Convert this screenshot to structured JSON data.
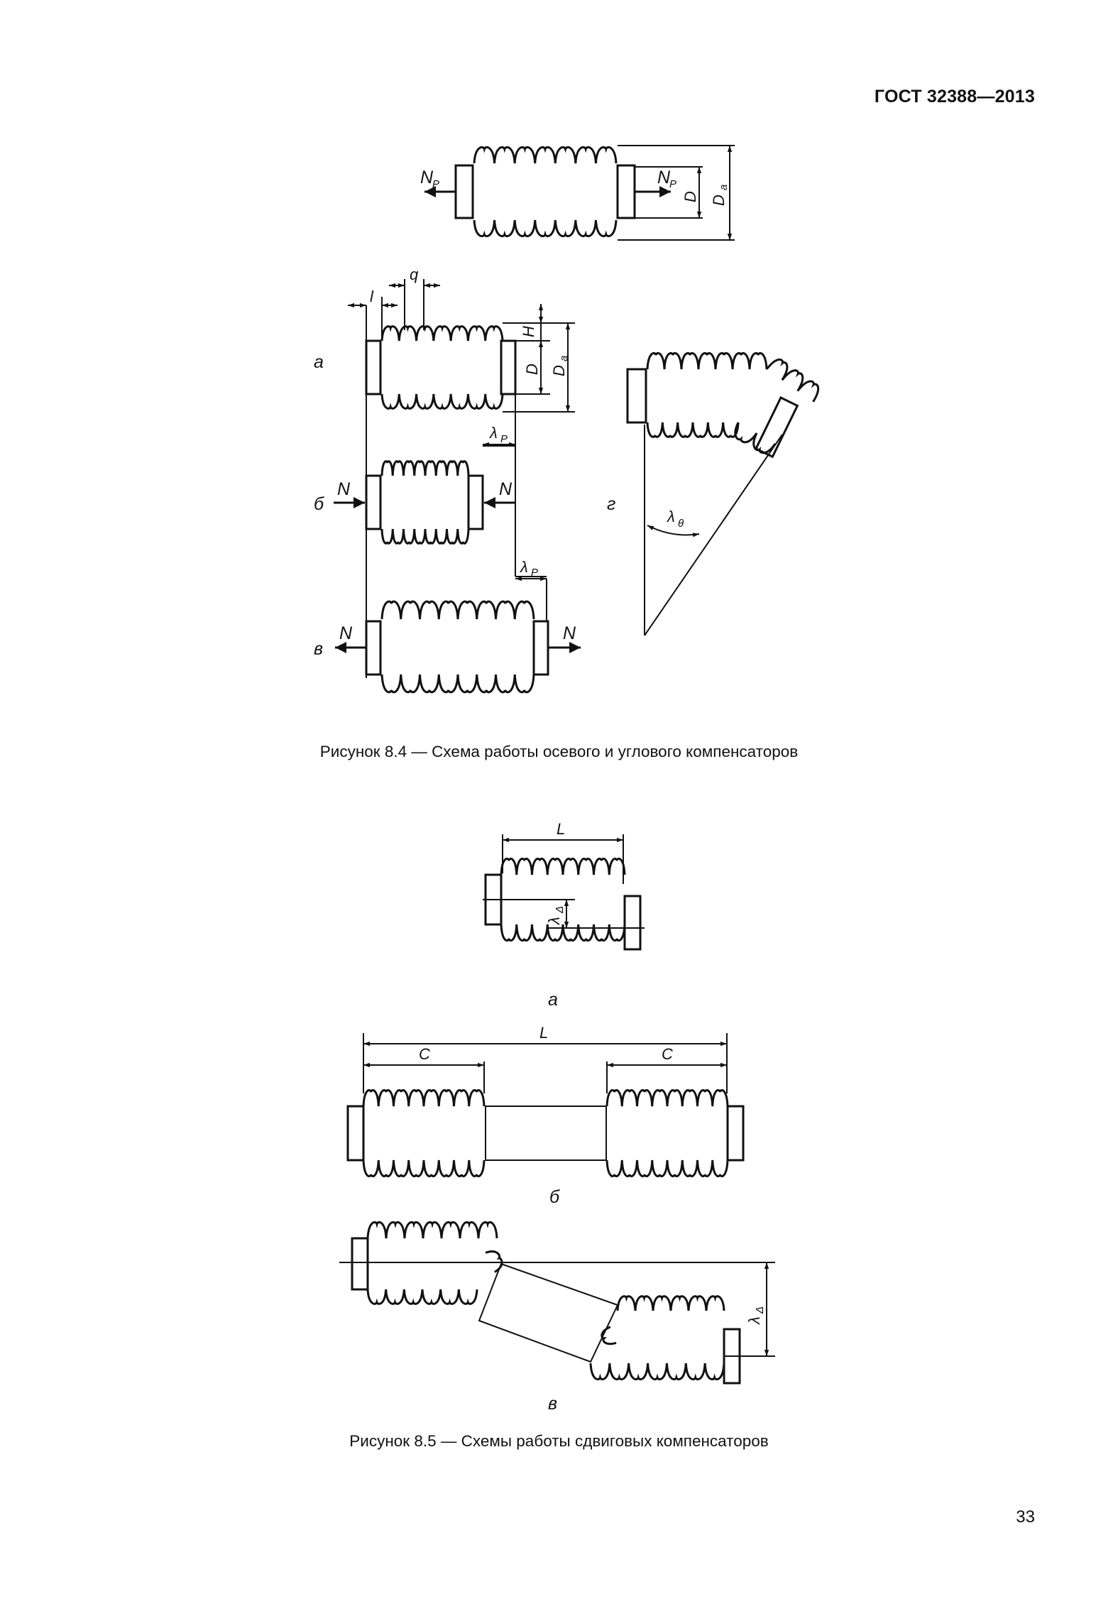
{
  "header": {
    "standard": "ГОСТ 32388—2013"
  },
  "figure_8_4": {
    "caption": "Рисунок 8.4 — Схема работы осевого и углового компенсаторов",
    "labels": {
      "N": "N",
      "P": "P",
      "D": "D",
      "a_sub": "a",
      "H": "H",
      "q": "q",
      "l": "l",
      "lambda": "λ",
      "theta": "θ",
      "panel_a": "а",
      "panel_b": "б",
      "panel_v": "в",
      "panel_g": "г"
    }
  },
  "figure_8_5": {
    "caption": "Рисунок  8.5 — Схемы работы сдвиговых компенсаторов",
    "labels": {
      "L": "L",
      "C": "C",
      "lambda": "λ",
      "delta": "Δ",
      "panel_a": "а",
      "panel_b": "б",
      "panel_v": "в"
    }
  },
  "page_number": "33"
}
